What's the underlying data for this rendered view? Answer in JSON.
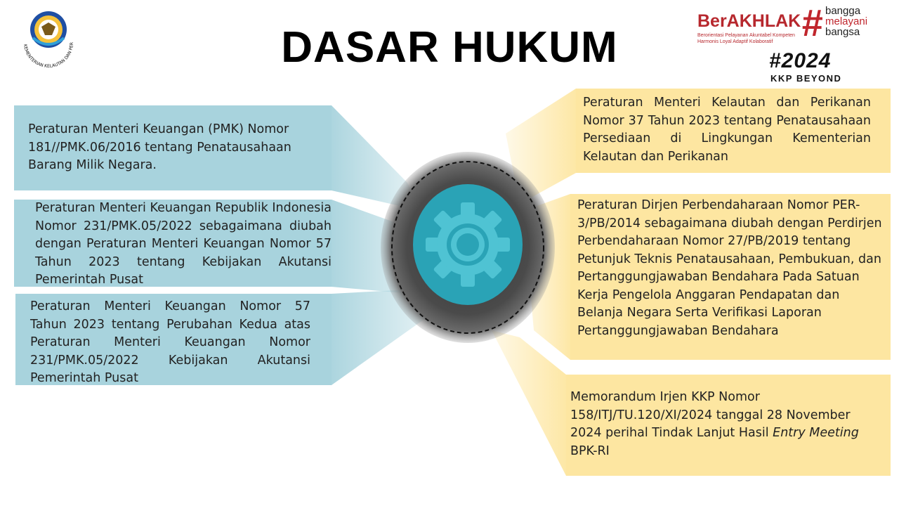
{
  "header": {
    "title": "DASAR HUKUM",
    "logo_ring_text": "KEMENTERIAN KELAUTAN DAN PERIKANAN",
    "berakhlak": {
      "word": "BerAKHLAK",
      "sub_line1": "Berorientasi Pelayanan Akuntabel Kompeten",
      "sub_line2": "Harmonis Loyal Adaptif Kolaboratif",
      "hashtag_line1": "bangga",
      "hashtag_line2": "melayani",
      "hashtag_line3": "bangsa"
    },
    "year_tag": "#2024",
    "beyond": "KKP BEYOND"
  },
  "left_boxes": [
    {
      "text": "Peraturan Menteri Keuangan (PMK) Nomor 181//PMK.06/2016 tentang Penatausahaan Barang Milik Negara."
    },
    {
      "text": "Peraturan Menteri Keuangan Republik Indonesia Nomor 231/PMK.05/2022 sebagaimana diubah dengan Peraturan Menteri Keuangan Nomor 57 Tahun 2023 tentang Kebijakan Akutansi Pemerintah Pusat"
    },
    {
      "text": "Peraturan Menteri Keuangan Nomor 57 Tahun 2023 tentang Perubahan Kedua atas Peraturan Menteri Keuangan Nomor 231/PMK.05/2022 Kebijakan Akutansi Pemerintah Pusat"
    }
  ],
  "right_boxes": [
    {
      "text": "Peraturan Menteri Kelautan dan Perikanan Nomor 37 Tahun 2023 tentang Penatausahaan Persediaan di Lingkungan Kementerian Kelautan dan Perikanan"
    },
    {
      "text": "Peraturan Dirjen Perbendaharaan Nomor PER-3/PB/2014 sebagaimana diubah dengan Perdirjen Perbendaharaan Nomor 27/PB/2019 tentang Petunjuk Teknis Penatausahaan, Pembukuan, dan Pertanggungjawaban Bendahara Pada Satuan Kerja Pengelola Anggaran Pendapatan dan Belanja Negara Serta Verifikasi Laporan Pertanggungjawaban Bendahara"
    },
    {
      "text_before": "Memorandum Irjen KKP Nomor 158/ITJ/TU.120/XI/2024 tanggal 28 November 2024 perihal Tindak Lanjut Hasil ",
      "text_italic": "Entry Meeting",
      "text_after": " BPK-RI"
    }
  ],
  "center": {
    "icon": "gear-icon"
  },
  "colors": {
    "blue_box": "#a8d3dd",
    "yellow_box": "#fde6a1",
    "gear": "#4fc3d3",
    "gear_disc": "#2aa3b6",
    "berakhlak_red": "#c0262d"
  }
}
